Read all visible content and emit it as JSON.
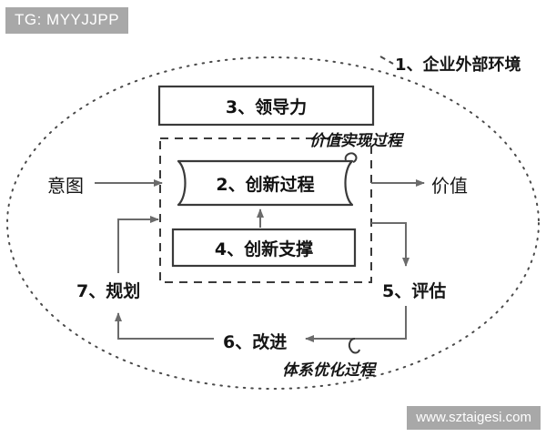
{
  "overlays": {
    "tag": "TG: MYYJJPP",
    "watermark": "www.sztaigesi.com"
  },
  "diagram": {
    "type": "flow-cycle",
    "outer_boundary_label": "1、企业外部环境",
    "inner_boundary_label": "价值实现过程",
    "bottom_cycle_label": "体系优化过程",
    "input_label": "意图",
    "output_label": "价值",
    "nodes": [
      {
        "id": "leadership",
        "label": "3、领导力",
        "shape": "rect"
      },
      {
        "id": "innovation-process",
        "label": "2、创新过程",
        "shape": "flag"
      },
      {
        "id": "innovation-support",
        "label": "4、创新支撑",
        "shape": "rect"
      }
    ],
    "cycle_steps": [
      {
        "id": "evaluation",
        "label": "5、评估"
      },
      {
        "id": "improvement",
        "label": "6、改进"
      },
      {
        "id": "planning",
        "label": "7、规划"
      }
    ],
    "colors": {
      "stroke": "#333333",
      "arrow": "#6b6b6b",
      "text": "#111111",
      "badge": "#a8a8a8",
      "background": "#ffffff"
    }
  }
}
